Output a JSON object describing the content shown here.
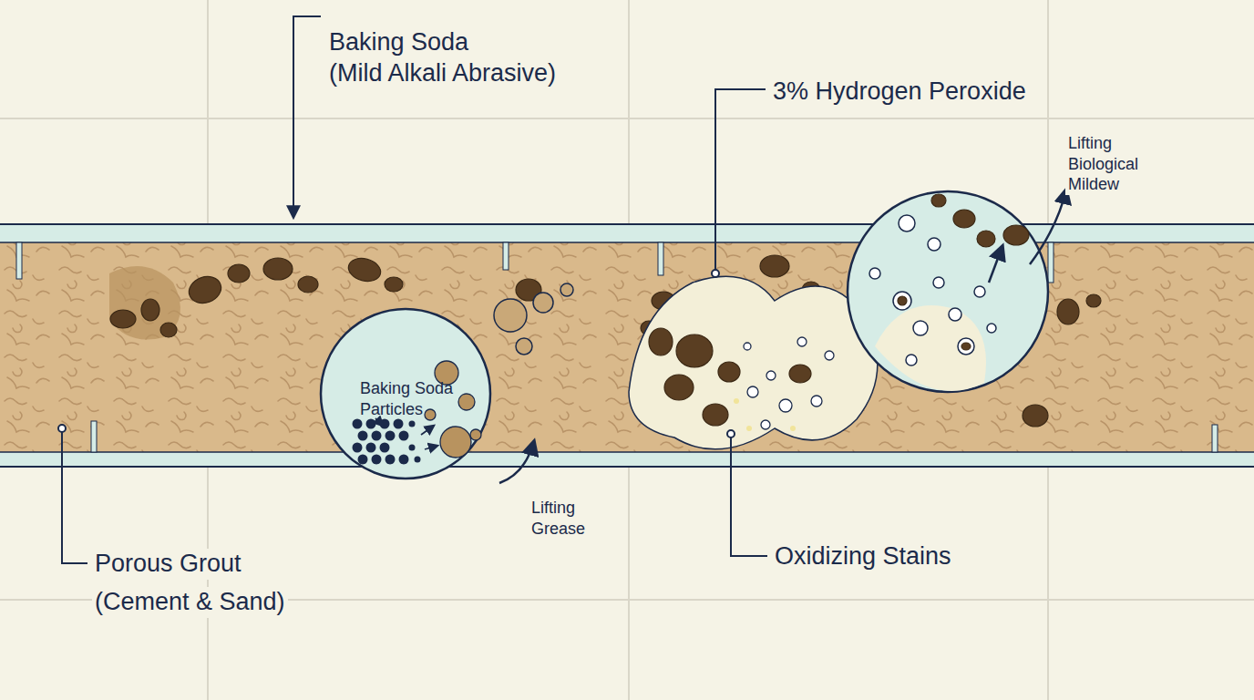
{
  "diagram": {
    "nodes": [
      {
        "text": [
          "Baking Soda Particles"
        ]
      }
    ],
    "labels": [
      "Baking Soda",
      "(Mild Alkali Abrasive)",
      "3% Hydrogen Peroxide",
      "Lifting Biological Mildew",
      "Lifting Grease",
      "Porous Grout",
      "(Cement & Sand)",
      "Oxidizing Stains"
    ]
  }
}
